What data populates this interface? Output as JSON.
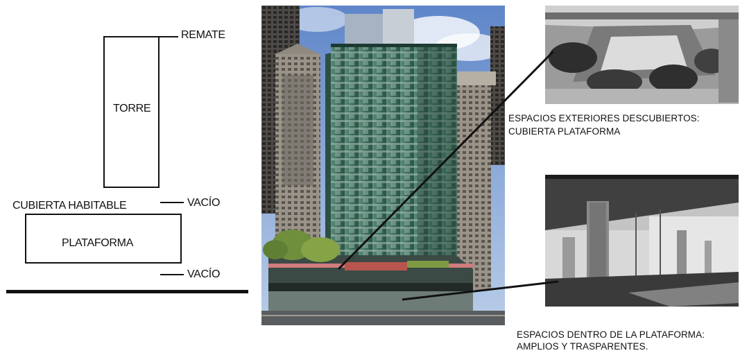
{
  "diagram": {
    "remate": "REMATE",
    "torre": "TORRE",
    "vacio_top": "VACÍO",
    "cubierta": "CUBIERTA HABITABLE",
    "plataforma": "PLATAFORMA",
    "vacio_bottom": "VACÍO"
  },
  "captions": {
    "top_line1": "ESPACIOS EXTERIORES DESCUBIERTOS:",
    "top_line2": "CUBIERTA PLATAFORMA",
    "bottom_line1": "ESPACIOS DENTRO DE LA PLATAFORMA:",
    "bottom_line2": "AMPLIOS Y TRASPARENTES."
  },
  "colors": {
    "sky": "#8fb1dc",
    "tower_glass": "#3e6b5c",
    "greenery": "#6f8e3c",
    "ink": "#111111"
  }
}
